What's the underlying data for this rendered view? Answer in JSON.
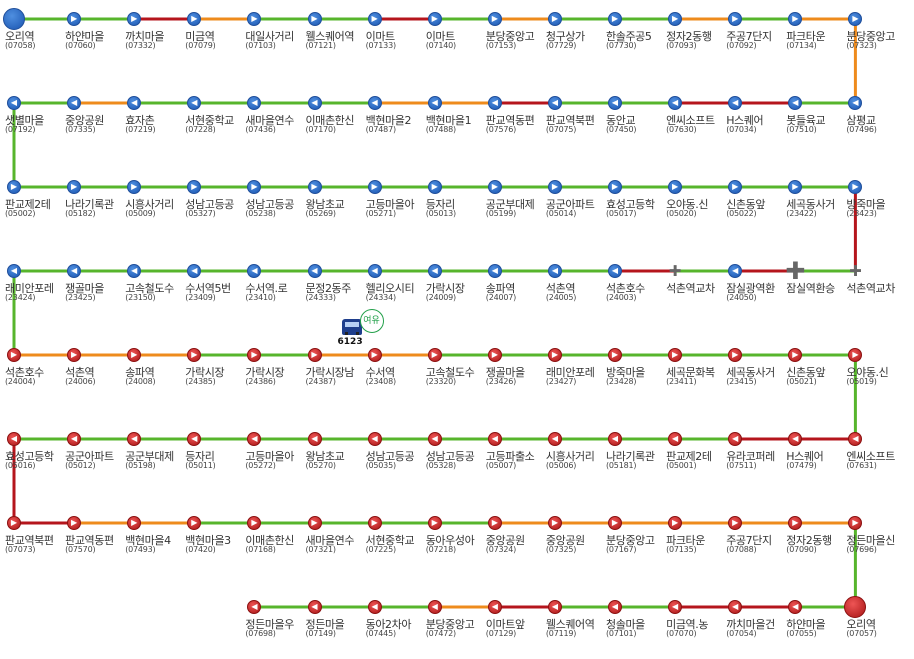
{
  "colors": {
    "green": "#57b52c",
    "orange": "#ee8b1c",
    "red": "#b5151c"
  },
  "rows": [
    {
      "dir": "right",
      "color": "blue",
      "stops": [
        {
          "name": "오리역",
          "code": "(07058)",
          "big": true,
          "icon": "start-station-icon"
        },
        {
          "name": "하얀마을",
          "code": "(07060)"
        },
        {
          "name": "까치마을",
          "code": "(07332)"
        },
        {
          "name": "미금역",
          "code": "(07079)"
        },
        {
          "name": "대일사거리",
          "code": "(07103)"
        },
        {
          "name": "웰스퀘어역",
          "code": "(07121)"
        },
        {
          "name": "이마트",
          "code": "(07133)"
        },
        {
          "name": "이마트",
          "code": "(07140)"
        },
        {
          "name": "분당중앙고",
          "code": "(07153)"
        },
        {
          "name": "청구상가",
          "code": "(07729)"
        },
        {
          "name": "한솔주공5",
          "code": "(07730)"
        },
        {
          "name": "정자2동행",
          "code": "(07093)"
        },
        {
          "name": "주공7단지",
          "code": "(07092)"
        },
        {
          "name": "파크타운",
          "code": "(07134)"
        },
        {
          "name": "분당중앙고",
          "code": "(07323)"
        }
      ],
      "segments": [
        "green",
        "green",
        "red",
        "orange",
        "green",
        "green",
        "red",
        "green",
        "orange",
        "green",
        "green",
        "orange",
        "green",
        "orange"
      ]
    },
    {
      "dir": "left",
      "color": "blue",
      "stops": [
        {
          "name": "삼평교",
          "code": "(07496)"
        },
        {
          "name": "봇들육교",
          "code": "(07510)"
        },
        {
          "name": "H스퀘어",
          "code": "(07034)"
        },
        {
          "name": "엔씨소프트",
          "code": "(07630)"
        },
        {
          "name": "동안교",
          "code": "(07450)"
        },
        {
          "name": "판교역북편",
          "code": "(07075)"
        },
        {
          "name": "판교역동편",
          "code": "(07576)"
        },
        {
          "name": "백현마을1",
          "code": "(07488)"
        },
        {
          "name": "백현마을2",
          "code": "(07487)"
        },
        {
          "name": "이매촌한신",
          "code": "(07170)"
        },
        {
          "name": "새마을연수",
          "code": "(07436)"
        },
        {
          "name": "서현중학교",
          "code": "(07228)"
        },
        {
          "name": "효자촌",
          "code": "(07219)"
        },
        {
          "name": "중앙공원",
          "code": "(07335)"
        },
        {
          "name": "샛별마을",
          "code": "(07192)"
        }
      ],
      "segments": [
        "green",
        "red",
        "red",
        "green",
        "green",
        "red",
        "orange",
        "orange",
        "green",
        "green",
        "green",
        "green",
        "orange",
        "green"
      ]
    },
    {
      "dir": "right",
      "color": "blue",
      "stops": [
        {
          "name": "판교제2테",
          "code": "(05002)"
        },
        {
          "name": "나라기록관",
          "code": "(05182)"
        },
        {
          "name": "시흥사거리",
          "code": "(05009)"
        },
        {
          "name": "성남고등공",
          "code": "(05327)"
        },
        {
          "name": "성남고등공",
          "code": "(05238)"
        },
        {
          "name": "왕남초교",
          "code": "(05269)"
        },
        {
          "name": "고등마을아",
          "code": "(05271)"
        },
        {
          "name": "등자리",
          "code": "(05013)"
        },
        {
          "name": "공군부대제",
          "code": "(05199)"
        },
        {
          "name": "공군아파트",
          "code": "(05014)"
        },
        {
          "name": "효성고등학",
          "code": "(05017)"
        },
        {
          "name": "오야동.신",
          "code": "(05020)"
        },
        {
          "name": "신촌동앞",
          "code": "(05022)"
        },
        {
          "name": "세곡동사거",
          "code": "(23422)"
        },
        {
          "name": "방죽마을",
          "code": "(23423)"
        }
      ],
      "segments": [
        "green",
        "green",
        "green",
        "green",
        "green",
        "green",
        "green",
        "green",
        "green",
        "green",
        "green",
        "green",
        "green",
        "green"
      ]
    },
    {
      "dir": "left",
      "color": "blue",
      "stops": [
        {
          "name": "석촌역교차",
          "code": "",
          "plus": true
        },
        {
          "name": "잠실역환승",
          "code": "",
          "plus": true,
          "big": true
        },
        {
          "name": "잠실광역환",
          "code": "(24050)"
        },
        {
          "name": "석촌역교차",
          "code": "",
          "plus": true
        },
        {
          "name": "석촌호수",
          "code": "(24003)"
        },
        {
          "name": "석촌역",
          "code": "(24005)"
        },
        {
          "name": "송파역",
          "code": "(24007)"
        },
        {
          "name": "가락시장",
          "code": "(24009)"
        },
        {
          "name": "헬리오시티",
          "code": "(24334)"
        },
        {
          "name": "문정2동주",
          "code": "(24333)"
        },
        {
          "name": "수서역.로",
          "code": "(23410)"
        },
        {
          "name": "수서역5번",
          "code": "(23409)"
        },
        {
          "name": "고속철도수",
          "code": "(23150)"
        },
        {
          "name": "쟁골마을",
          "code": "(23425)"
        },
        {
          "name": "래미안포레",
          "code": "(23424)"
        }
      ],
      "segments": [
        "green",
        "red",
        "green",
        "red",
        "green",
        "green",
        "green",
        "green",
        "green",
        "green",
        "green",
        "green",
        "green",
        "green"
      ]
    },
    {
      "dir": "right",
      "color": "red",
      "stops": [
        {
          "name": "석촌호수",
          "code": "(24004)"
        },
        {
          "name": "석촌역",
          "code": "(24006)"
        },
        {
          "name": "송파역",
          "code": "(24008)"
        },
        {
          "name": "가락시장",
          "code": "(24385)"
        },
        {
          "name": "가락시장",
          "code": "(24386)"
        },
        {
          "name": "가락시장남",
          "code": "(24387)"
        },
        {
          "name": "수서역",
          "code": "(23408)"
        },
        {
          "name": "고속철도수",
          "code": "(23320)"
        },
        {
          "name": "쟁골마을",
          "code": "(23426)"
        },
        {
          "name": "래미안포레",
          "code": "(23427)"
        },
        {
          "name": "방죽마을",
          "code": "(23428)"
        },
        {
          "name": "세곡문화복",
          "code": "(23411)"
        },
        {
          "name": "세곡동사거",
          "code": "(23415)"
        },
        {
          "name": "신촌동앞",
          "code": "(05021)"
        },
        {
          "name": "오야동.신",
          "code": "(05019)"
        }
      ],
      "segments": [
        "orange",
        "orange",
        "orange",
        "green",
        "green",
        "orange",
        "orange",
        "green",
        "green",
        "green",
        "green",
        "green",
        "green",
        "green"
      ]
    },
    {
      "dir": "left",
      "color": "red",
      "stops": [
        {
          "name": "엔씨소프트",
          "code": "(07631)"
        },
        {
          "name": "H스퀘어",
          "code": "(07479)"
        },
        {
          "name": "유라코퍼레",
          "code": "(07511)"
        },
        {
          "name": "판교제2테",
          "code": "(05001)"
        },
        {
          "name": "나라기록관",
          "code": "(05181)"
        },
        {
          "name": "시흥사거리",
          "code": "(05006)"
        },
        {
          "name": "고등파출소",
          "code": "(05007)"
        },
        {
          "name": "성남고등공",
          "code": "(05328)"
        },
        {
          "name": "성남고등공",
          "code": "(05035)"
        },
        {
          "name": "왕남초교",
          "code": "(05270)"
        },
        {
          "name": "고등마을아",
          "code": "(05272)"
        },
        {
          "name": "등자리",
          "code": "(05011)"
        },
        {
          "name": "공군부대제",
          "code": "(05198)"
        },
        {
          "name": "공군아파트",
          "code": "(05012)"
        },
        {
          "name": "효성고등학",
          "code": "(05016)"
        }
      ],
      "segments": [
        "red",
        "red",
        "green",
        "green",
        "green",
        "green",
        "green",
        "green",
        "green",
        "green",
        "green",
        "green",
        "green",
        "green"
      ]
    },
    {
      "dir": "right",
      "color": "red",
      "stops": [
        {
          "name": "판교역북편",
          "code": "(07073)"
        },
        {
          "name": "판교역동편",
          "code": "(07570)"
        },
        {
          "name": "백현마을4",
          "code": "(07493)"
        },
        {
          "name": "백현마을3",
          "code": "(07420)"
        },
        {
          "name": "이매촌한신",
          "code": "(07168)"
        },
        {
          "name": "새마을연수",
          "code": "(07321)"
        },
        {
          "name": "서현중학교",
          "code": "(07225)"
        },
        {
          "name": "동아우성아",
          "code": "(07218)"
        },
        {
          "name": "중앙공원",
          "code": "(07324)"
        },
        {
          "name": "중앙공원",
          "code": "(07325)"
        },
        {
          "name": "분당중앙고",
          "code": "(07167)"
        },
        {
          "name": "파크타운",
          "code": "(07135)"
        },
        {
          "name": "주공7단지",
          "code": "(07088)"
        },
        {
          "name": "정자2동행",
          "code": "(07090)"
        },
        {
          "name": "정든마을신",
          "code": "(07696)"
        }
      ],
      "segments": [
        "red",
        "orange",
        "orange",
        "green",
        "green",
        "green",
        "green",
        "green",
        "orange",
        "orange",
        "orange",
        "orange",
        "orange",
        "orange"
      ]
    },
    {
      "dir": "left",
      "color": "red",
      "start": 4,
      "stops": [
        {
          "name": "오리역",
          "code": "(07057)",
          "big": true,
          "icon": "end-station-icon"
        },
        {
          "name": "하얀마을",
          "code": "(07055)"
        },
        {
          "name": "까치마을건",
          "code": "(07054)"
        },
        {
          "name": "미금역.농",
          "code": "(07070)"
        },
        {
          "name": "청솔마을",
          "code": "(07101)"
        },
        {
          "name": "웰스퀘어역",
          "code": "(07119)"
        },
        {
          "name": "이마트앞",
          "code": "(07129)"
        },
        {
          "name": "분당중앙고",
          "code": "(07472)"
        },
        {
          "name": "동아2차아",
          "code": "(07445)"
        },
        {
          "name": "정든마을",
          "code": "(07149)"
        },
        {
          "name": "정든마을우",
          "code": "(07698)"
        }
      ],
      "segments": [
        "green",
        "red",
        "red",
        "green",
        "green",
        "red",
        "orange",
        "green",
        "green",
        "green"
      ]
    }
  ],
  "connectors": [
    {
      "col": "right",
      "from": 0,
      "color": "orange"
    },
    {
      "col": "left",
      "from": 1,
      "color": "green"
    },
    {
      "col": "right",
      "from": 2,
      "color": "red"
    },
    {
      "col": "left",
      "from": 3,
      "color": "green"
    },
    {
      "col": "right",
      "from": 4,
      "color": "green"
    },
    {
      "col": "left",
      "from": 5,
      "color": "red"
    },
    {
      "col": "right",
      "from": 6,
      "color": "green"
    }
  ],
  "bus": {
    "number": "6123",
    "status": "여유",
    "row": 4,
    "seg": 5
  }
}
